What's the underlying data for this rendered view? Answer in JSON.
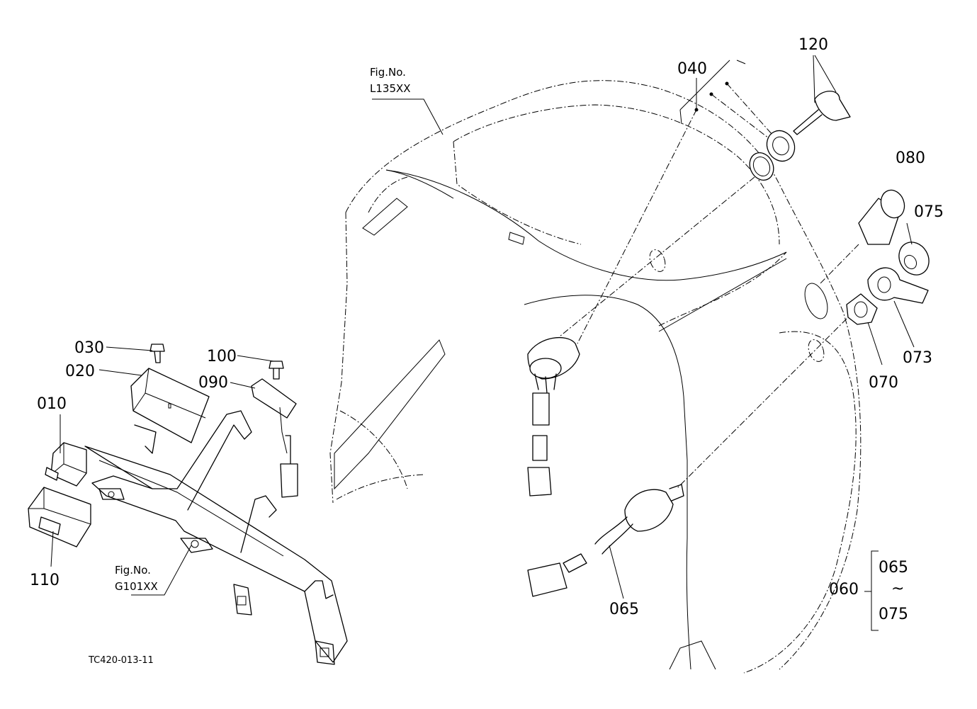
{
  "figure_refs": {
    "fender": [
      "Fig.No.",
      "L135XX"
    ],
    "bracket": [
      "Fig.No.",
      "G101XX"
    ]
  },
  "callouts": {
    "p010": "010",
    "p020": "020",
    "p030": "030",
    "p040": "040",
    "p060": "060",
    "p065": "065",
    "p070": "070",
    "p073": "073",
    "p075": "075",
    "p080": "080",
    "p090": "090",
    "p100": "100",
    "p110": "110",
    "p120": "120"
  },
  "assembly_range": {
    "from": "065",
    "sep": "~",
    "to": "075"
  },
  "drawing_code": "TC420-013-11"
}
